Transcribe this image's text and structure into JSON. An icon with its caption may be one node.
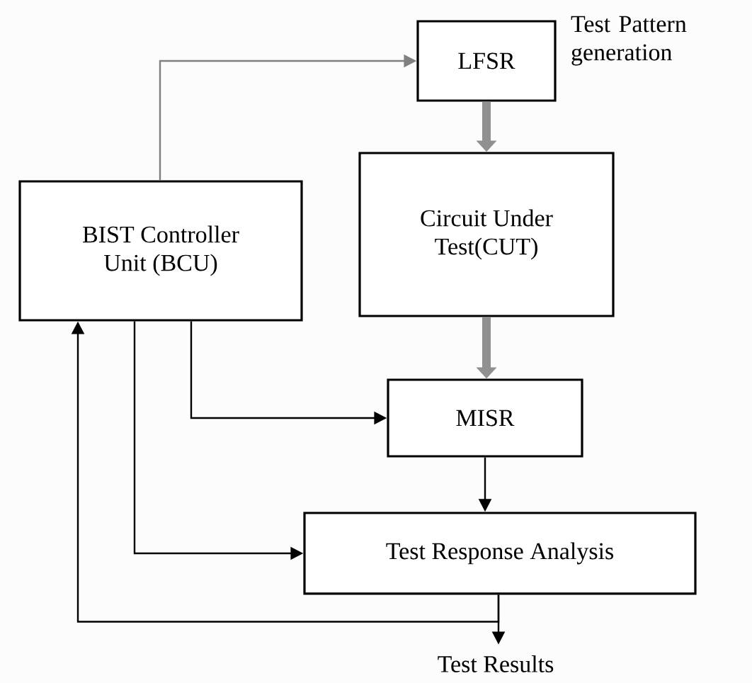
{
  "diagram": {
    "nodes": [
      {
        "text": [
          "BIST Controller Unit (BCU)"
        ]
      },
      {
        "text": [
          "LFSR"
        ],
        "beside": [
          "Test Pattern generation"
        ]
      },
      {
        "text": [
          "Circuit Under Test(CUT)"
        ]
      },
      {
        "text": [
          "MISR"
        ]
      },
      {
        "text": [
          "Test Response Analysis"
        ]
      },
      {
        "text": [
          "Test Results"
        ]
      }
    ],
    "edges": [
      {
        "from": 0,
        "to": 1,
        "arrow": "to",
        "color": "#808080"
      },
      {
        "from": 1,
        "to": 2,
        "arrow": "to",
        "style": "thick",
        "color": "#909090"
      },
      {
        "from": 2,
        "to": 3,
        "arrow": "to",
        "style": "thick",
        "color": "#909090"
      },
      {
        "from": 0,
        "to": 3,
        "arrow": "to"
      },
      {
        "from": 0,
        "to": 4,
        "arrow": "to"
      },
      {
        "from": 3,
        "to": 4,
        "arrow": "to"
      },
      {
        "from": 4,
        "to": 5,
        "arrow": "to"
      },
      {
        "from": 4,
        "to": 0,
        "arrow": "to"
      }
    ]
  }
}
